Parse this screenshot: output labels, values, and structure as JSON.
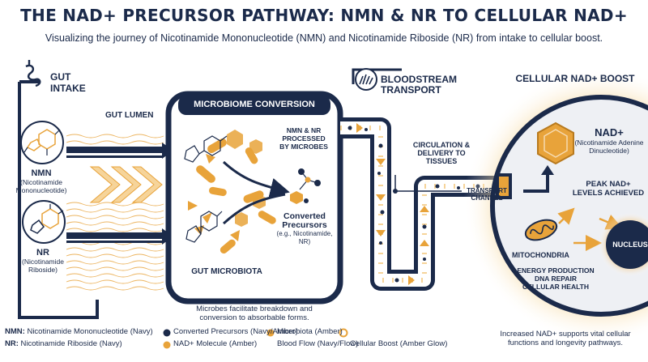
{
  "title": "THE NAD+ PRECURSOR PATHWAY: NMN & NR TO CELLULAR NAD+",
  "subtitle": "Visualizing the journey of Nicotinamide Mononucleotide (NMN) and Nicotinamide Riboside (NR) from intake to cellular boost.",
  "gut_intake": {
    "title_line1": "GUT",
    "title_line2": "INTAKE",
    "nmn_label": "NMN",
    "nmn_full_line1": "(Nicotinamide",
    "nmn_full_line2": "Mononucleotide)",
    "nr_label": "NR",
    "nr_full_line1": "(Nicotinamide",
    "nr_full_line2": "Riboside)",
    "lumen_label": "GUT LUMEN"
  },
  "microbiome": {
    "title": "MICROBIOME CONVERSION",
    "processed_line1": "NMN & NR",
    "processed_line2": "PROCESSED",
    "processed_line3": "BY MICROBES",
    "converted_line1": "Converted",
    "converted_line2": "Precursors",
    "converted_line3": "(e.g., Nicotinamide,",
    "converted_line4": "NR)",
    "microbiota_label": "GUT MICROBIOTA",
    "caption_line1": "Microbes facilitate breakdown and",
    "caption_line2": "conversion to absorbable forms."
  },
  "bloodstream": {
    "title_line1": "BLOODSTREAM",
    "title_line2": "TRANSPORT",
    "circulation_line1": "CIRCULATION &",
    "circulation_line2": "DELIVERY TO",
    "circulation_line3": "TISSUES",
    "channel_line1": "TRANSPORT",
    "channel_line2": "CHANNEL"
  },
  "cellular": {
    "title": "CELLULAR NAD+ BOOST",
    "nad_label": "NAD+",
    "nad_full_line1": "(Nicotinamide Adenine",
    "nad_full_line2": "Dinucleotide)",
    "peak_line1": "PEAK NAD+",
    "peak_line2": "LEVELS ACHIEVED",
    "mito_label": "MITOCHONDRIA",
    "nucleus_label": "NUCLEUS",
    "benefit_line1": "ENERGY PRODUCTION",
    "benefit_line2": "DNA REPAIR",
    "benefit_line3": "CELLULAR HEALTH",
    "footer_line1": "Increased NAD+ supports vital cellular",
    "footer_line2": "functions and longevity pathways."
  },
  "legend": {
    "nmn_key": "NMN:",
    "nmn_text": "Nicotinamide Mononucleotide (Navy)",
    "nr_key": "NR:",
    "nr_text": "Nicotinamide Riboside (Navy)",
    "converted": "Converted Precursors (Navy/Amber)",
    "nad_molecule": "NAD+ Molecule (Amber)",
    "microbiota": "Microbiota (Amber)",
    "blood_flow": "Blood Flow (Navy/Flow)",
    "cellular_boost": "Cellular Boost (Amber Glow)"
  },
  "colors": {
    "navy": "#1b2a4a",
    "amber": "#e8a33a",
    "amber_light": "#f6d49a",
    "cell_fill": "#eef0f4",
    "nucleus": "#1b2a4a"
  },
  "icons": [
    "intestine-icon",
    "blood-vessel-icon",
    "mitochondria-icon",
    "hexagon-molecule-icon"
  ]
}
